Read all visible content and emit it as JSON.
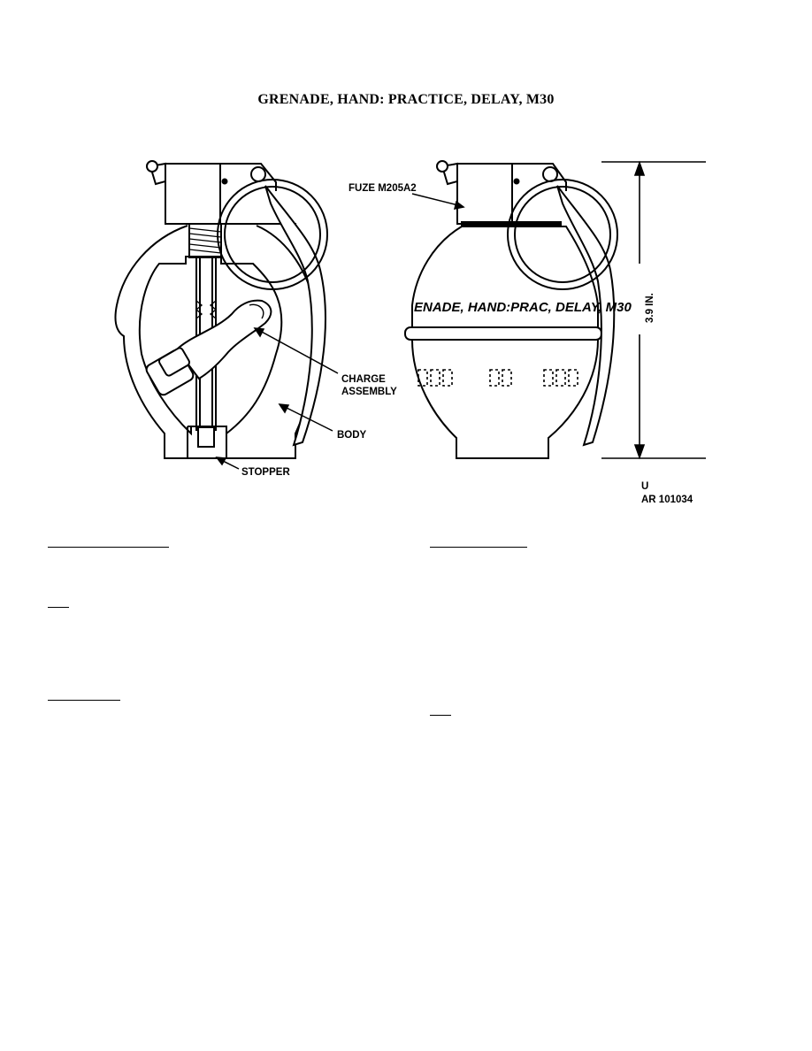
{
  "document": {
    "title": "GRENADE, HAND:  PRACTICE, DELAY, M30"
  },
  "figure": {
    "labels": {
      "charge_line1": "CHARGE",
      "charge_line2": "ASSEMBLY",
      "body": "BODY",
      "stopper": "STOPPER",
      "fuze": "FUZE M205A2",
      "height": "3.9 IN.",
      "body_marking": "ENADE, HAND:PRAC, DELAY, M30",
      "id_line1": "U",
      "id_line2": "AR 101034"
    }
  },
  "sections": {
    "left": [
      "",
      "",
      ""
    ],
    "right": [
      "",
      ""
    ]
  }
}
